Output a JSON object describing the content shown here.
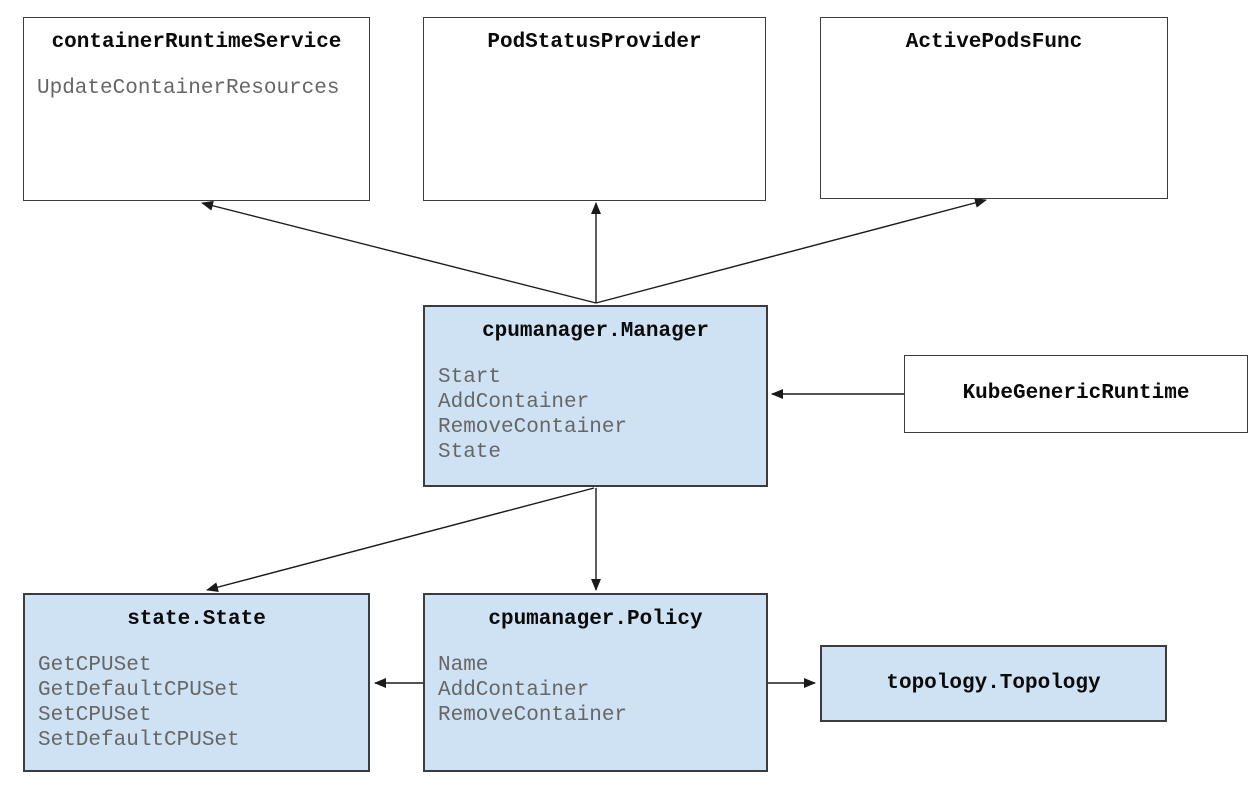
{
  "diagram": {
    "boxes": {
      "container_runtime_service": {
        "title": "containerRuntimeService",
        "members": [
          "UpdateContainerResources"
        ],
        "fill": "#ffffff"
      },
      "pod_status_provider": {
        "title": "PodStatusProvider",
        "members": [],
        "fill": "#ffffff"
      },
      "active_pods_func": {
        "title": "ActivePodsFunc",
        "members": [],
        "fill": "#ffffff"
      },
      "cpumanager_manager": {
        "title": "cpumanager.Manager",
        "members": [
          "Start",
          "AddContainer",
          "RemoveContainer",
          "State"
        ],
        "fill": "#cfe2f3"
      },
      "kube_generic_runtime": {
        "title": "KubeGenericRuntime",
        "members": [],
        "fill": "#ffffff"
      },
      "state_state": {
        "title": "state.State",
        "members": [
          "GetCPUSet",
          "GetDefaultCPUSet",
          "SetCPUSet",
          "SetDefaultCPUSet"
        ],
        "fill": "#cfe2f3"
      },
      "cpumanager_policy": {
        "title": "cpumanager.Policy",
        "members": [
          "Name",
          "AddContainer",
          "RemoveContainer"
        ],
        "fill": "#cfe2f3"
      },
      "topology_topology": {
        "title": "topology.Topology",
        "members": [],
        "fill": "#cfe2f3"
      }
    },
    "edges": [
      {
        "from": "cpumanager.Manager",
        "to": "containerRuntimeService"
      },
      {
        "from": "cpumanager.Manager",
        "to": "PodStatusProvider"
      },
      {
        "from": "cpumanager.Manager",
        "to": "ActivePodsFunc"
      },
      {
        "from": "cpumanager.Manager",
        "to": "state.State"
      },
      {
        "from": "cpumanager.Manager",
        "to": "cpumanager.Policy"
      },
      {
        "from": "KubeGenericRuntime",
        "to": "cpumanager.Manager"
      },
      {
        "from": "cpumanager.Policy",
        "to": "state.State"
      },
      {
        "from": "cpumanager.Policy",
        "to": "topology.Topology"
      }
    ],
    "colors": {
      "highlight_fill": "#cfe2f3",
      "plain_fill": "#ffffff",
      "border": "#3c3c3c",
      "title_text": "#0a0a0a",
      "member_text": "#666666",
      "arrow": "#1a1a1a"
    }
  }
}
